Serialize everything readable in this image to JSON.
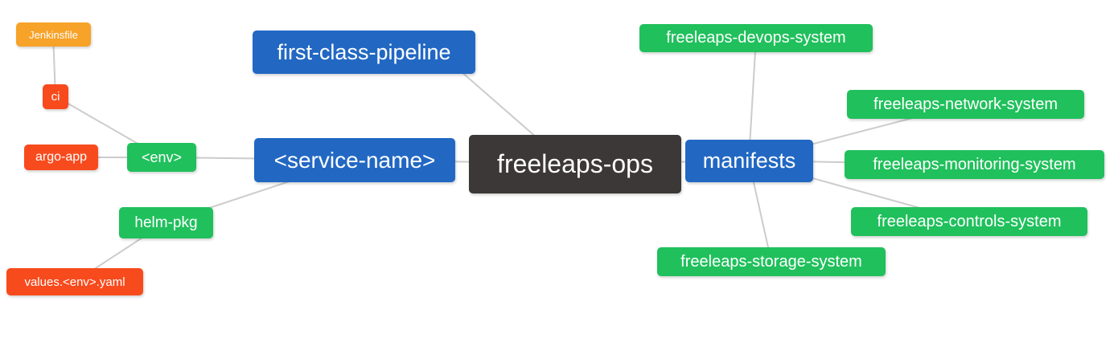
{
  "palette": {
    "root_dark": "#3B3837",
    "branch_blue": "#2268C3",
    "leaf_green": "#20C05C",
    "leaf_red": "#F84B1D",
    "leaf_orange": "#F7A228",
    "edge_gray": "#CCCCCC",
    "text_white": "#FFFFFF",
    "background": "#FFFFFF"
  },
  "nodes": {
    "freeleaps_ops": {
      "label": "freeleaps-ops",
      "color": "dark"
    },
    "first_class_pipeline": {
      "label": "first-class-pipeline",
      "color": "blue"
    },
    "service_name": {
      "label": "<service-name>",
      "color": "blue"
    },
    "manifests": {
      "label": "manifests",
      "color": "blue"
    },
    "env": {
      "label": "<env>",
      "color": "green"
    },
    "helm_pkg": {
      "label": "helm-pkg",
      "color": "green"
    },
    "ci": {
      "label": "ci",
      "color": "red"
    },
    "argo_app": {
      "label": "argo-app",
      "color": "red"
    },
    "jenkinsfile": {
      "label": "Jenkinsfile",
      "color": "orange"
    },
    "values_env_yaml": {
      "label": "values.<env>.yaml",
      "color": "red"
    },
    "devops_system": {
      "label": "freeleaps-devops-system",
      "color": "green"
    },
    "network_system": {
      "label": "freeleaps-network-system",
      "color": "green"
    },
    "monitoring_system": {
      "label": "freeleaps-monitoring-system",
      "color": "green"
    },
    "controls_system": {
      "label": "freeleaps-controls-system",
      "color": "green"
    },
    "storage_system": {
      "label": "freeleaps-storage-system",
      "color": "green"
    }
  },
  "edges": [
    {
      "from": "jenkinsfile",
      "to": "ci"
    },
    {
      "from": "ci",
      "to": "env"
    },
    {
      "from": "argo_app",
      "to": "env"
    },
    {
      "from": "env",
      "to": "service_name"
    },
    {
      "from": "helm_pkg",
      "to": "service_name"
    },
    {
      "from": "values_env_yaml",
      "to": "helm_pkg"
    },
    {
      "from": "first_class_pipeline",
      "to": "freeleaps_ops"
    },
    {
      "from": "service_name",
      "to": "freeleaps_ops"
    },
    {
      "from": "freeleaps_ops",
      "to": "manifests"
    },
    {
      "from": "manifests",
      "to": "devops_system"
    },
    {
      "from": "manifests",
      "to": "network_system"
    },
    {
      "from": "manifests",
      "to": "monitoring_system"
    },
    {
      "from": "manifests",
      "to": "controls_system"
    },
    {
      "from": "manifests",
      "to": "storage_system"
    }
  ]
}
